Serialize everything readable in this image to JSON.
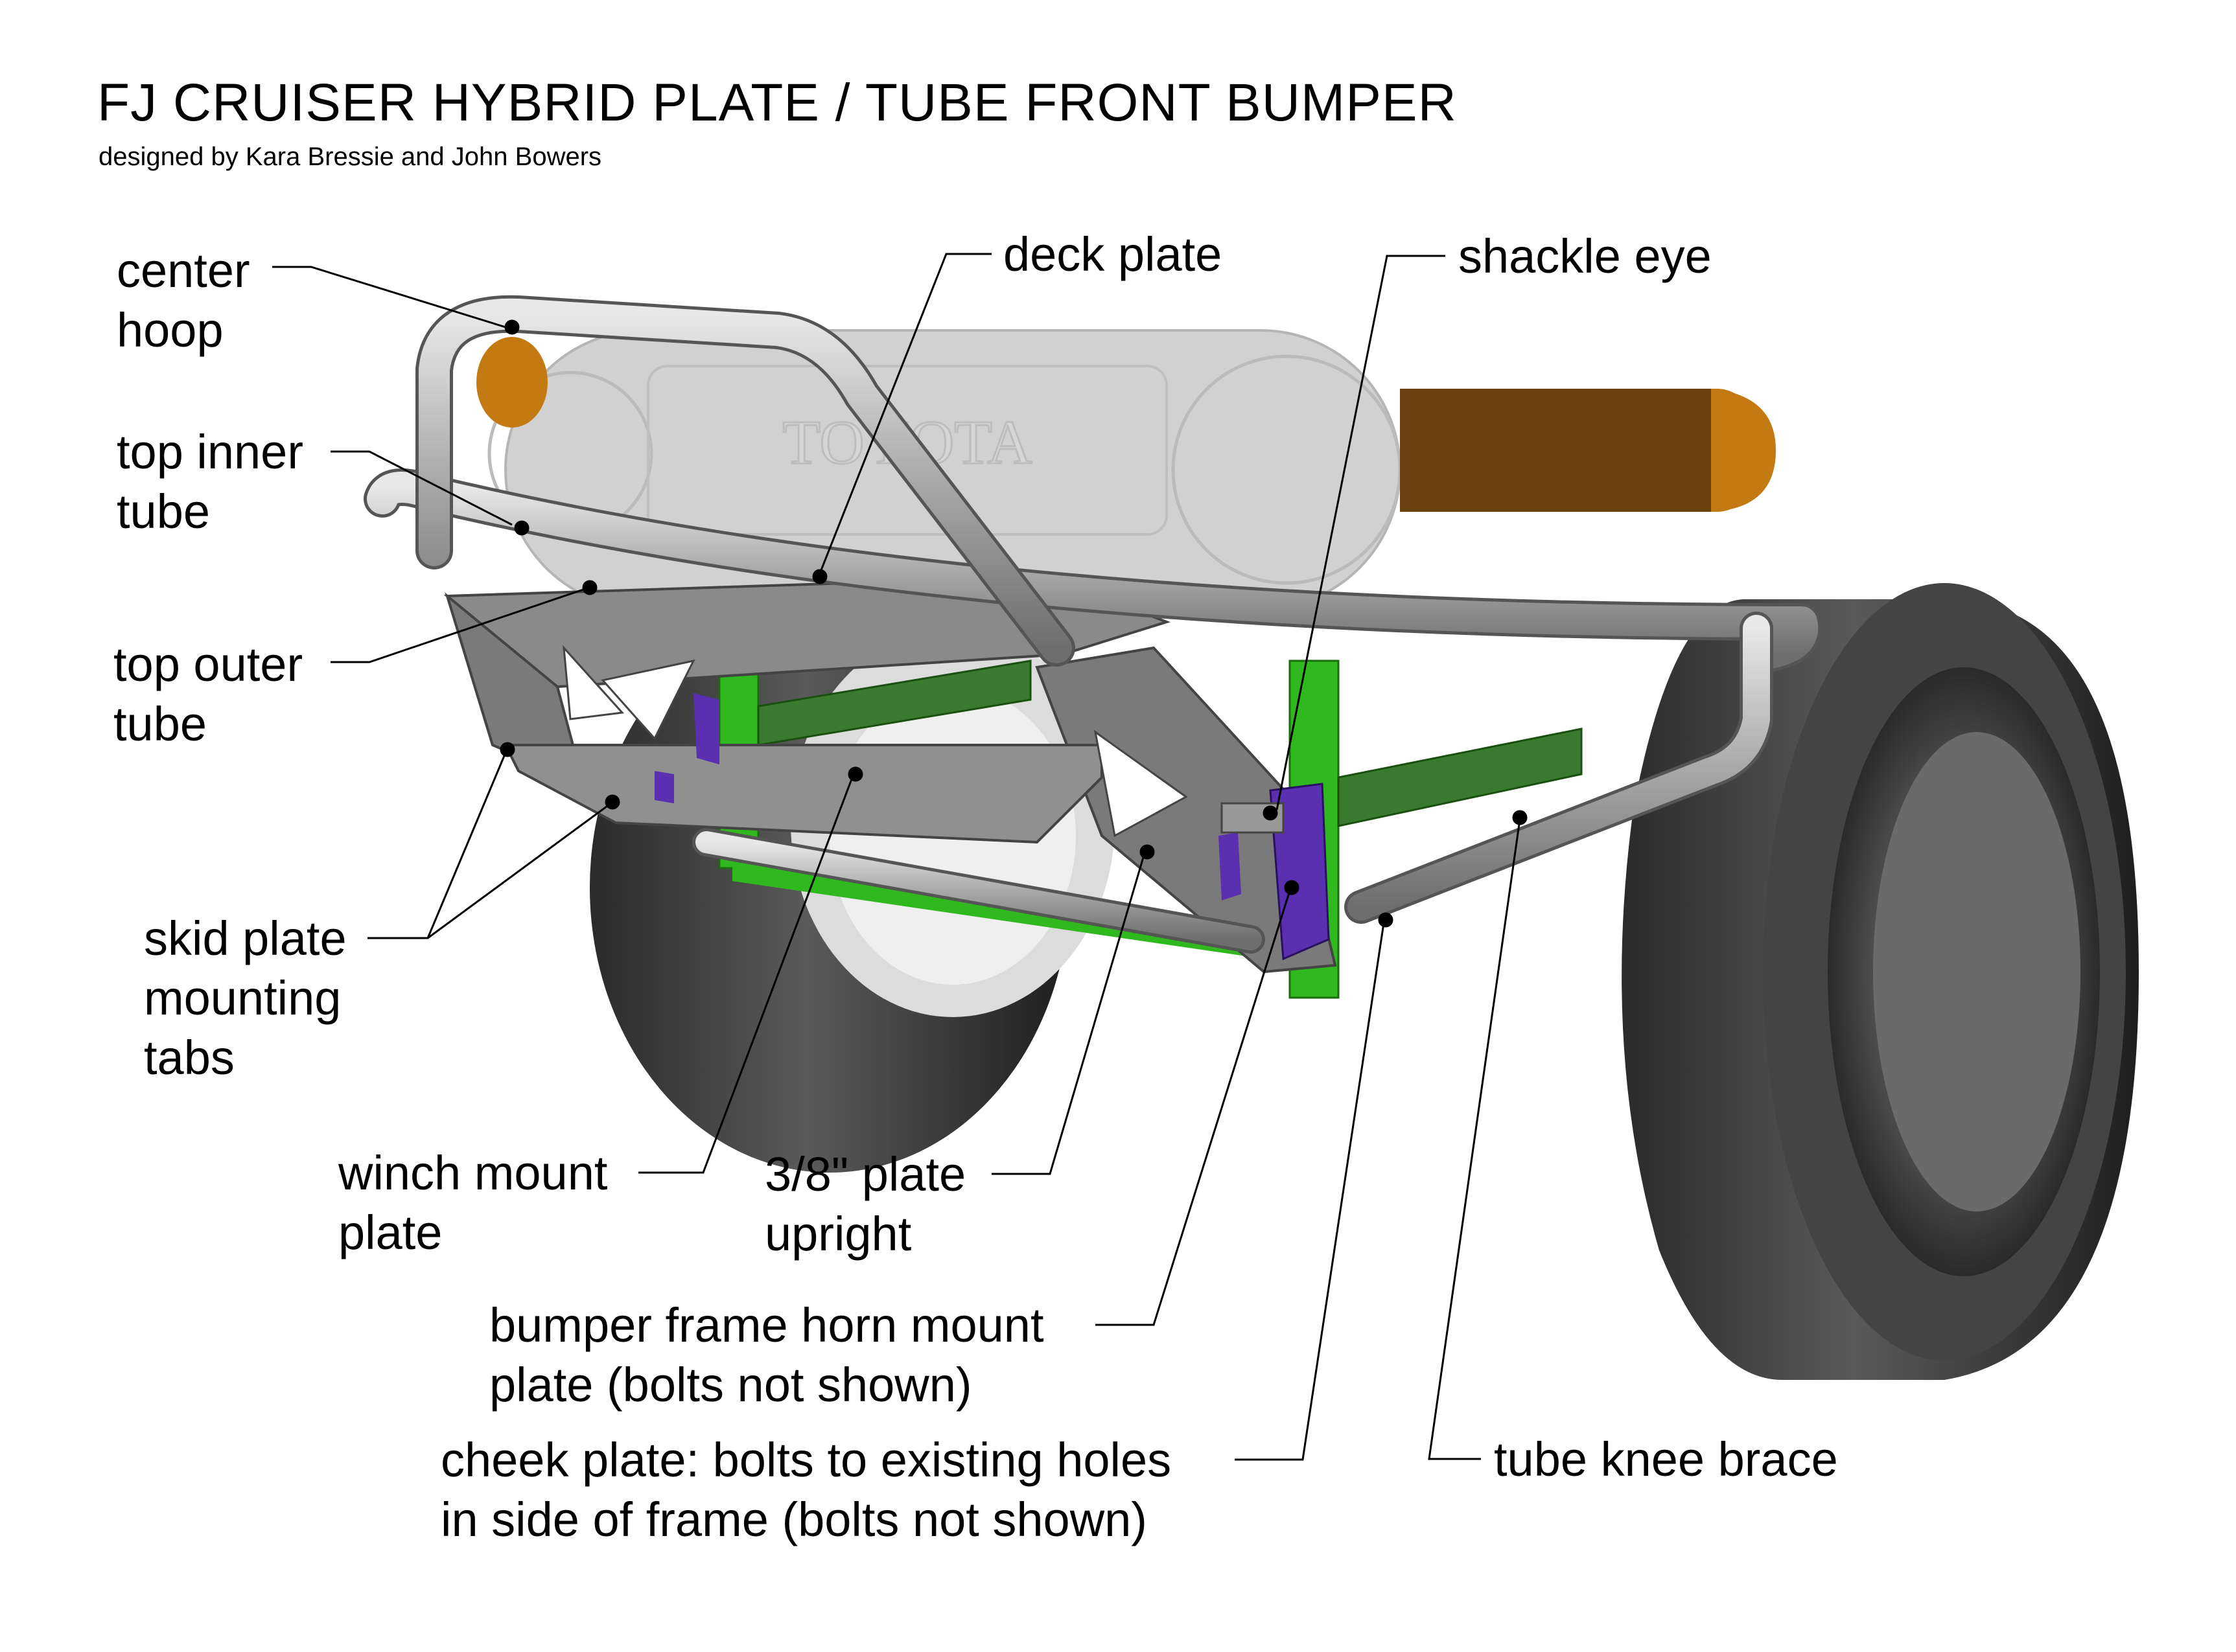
{
  "diagram": {
    "title": "FJ CRUISER HYBRID PLATE / TUBE FRONT BUMPER",
    "subtitle": "designed by Kara Bressie and John Bowers",
    "hood_emblem": "TOYOTA",
    "labels": {
      "center_hoop": [
        "center",
        "hoop"
      ],
      "deck_plate": [
        "deck plate"
      ],
      "shackle_eye": [
        "shackle eye"
      ],
      "top_inner_tube": [
        "top inner",
        "tube"
      ],
      "top_outer_tube": [
        "top outer",
        "tube"
      ],
      "skid_plate_tabs": [
        "skid plate",
        "mounting",
        "tabs"
      ],
      "winch_mount_plate": [
        "winch mount",
        "plate"
      ],
      "plate_upright": [
        "3/8\" plate",
        "upright"
      ],
      "horn_mount_plate": [
        "bumper frame horn mount",
        "plate (bolts not shown)"
      ],
      "cheek_plate": [
        "cheek plate: bolts to existing holes",
        "in side of frame (bolts not shown)"
      ],
      "tube_knee_brace": [
        "tube knee brace"
      ]
    },
    "colors": {
      "tube": "#b9b9b9",
      "plate": "#7d7d7d",
      "frame_rail": "#2fb91e",
      "horn_mount": "#5a2fb0",
      "tire": "#3a3a3a",
      "grille_ghost": "#bdbdbd",
      "light_bar": "#6b4310",
      "light_lens": "#c47a12"
    }
  }
}
